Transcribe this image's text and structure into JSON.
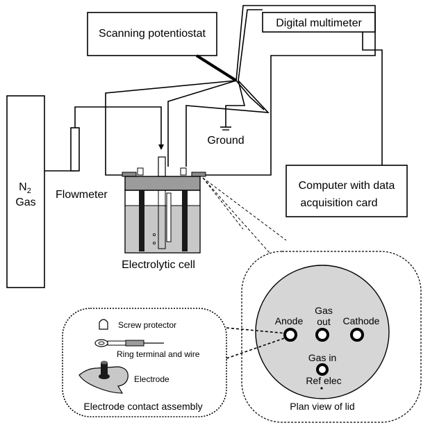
{
  "labels": {
    "potentiostat": "Scanning potentiostat",
    "multimeter": "Digital multimeter",
    "ground": "Ground",
    "n2_main": "N",
    "n2_sub": "2",
    "n2_gas": "Gas",
    "flowmeter": "Flowmeter",
    "computer_line1": "Computer with data",
    "computer_line2": "acquisition card",
    "cell": "Electrolytic cell",
    "screw_protector": "Screw protector",
    "ring_terminal": "Ring terminal and wire",
    "electrode": "Electrode",
    "assembly_caption": "Electrode contact assembly",
    "anode": "Anode",
    "gas_out_1": "Gas",
    "gas_out_2": "out",
    "cathode": "Cathode",
    "gas_in": "Gas in",
    "ref_elec": "Ref elec",
    "plan_caption": "Plan view of lid"
  },
  "colors": {
    "line": "#000000",
    "lid": "#9b9b9b",
    "electrolyte": "#c8c8c8",
    "plan_disc": "#d6d6d6",
    "electrode_bar": "#1a1a1a"
  }
}
